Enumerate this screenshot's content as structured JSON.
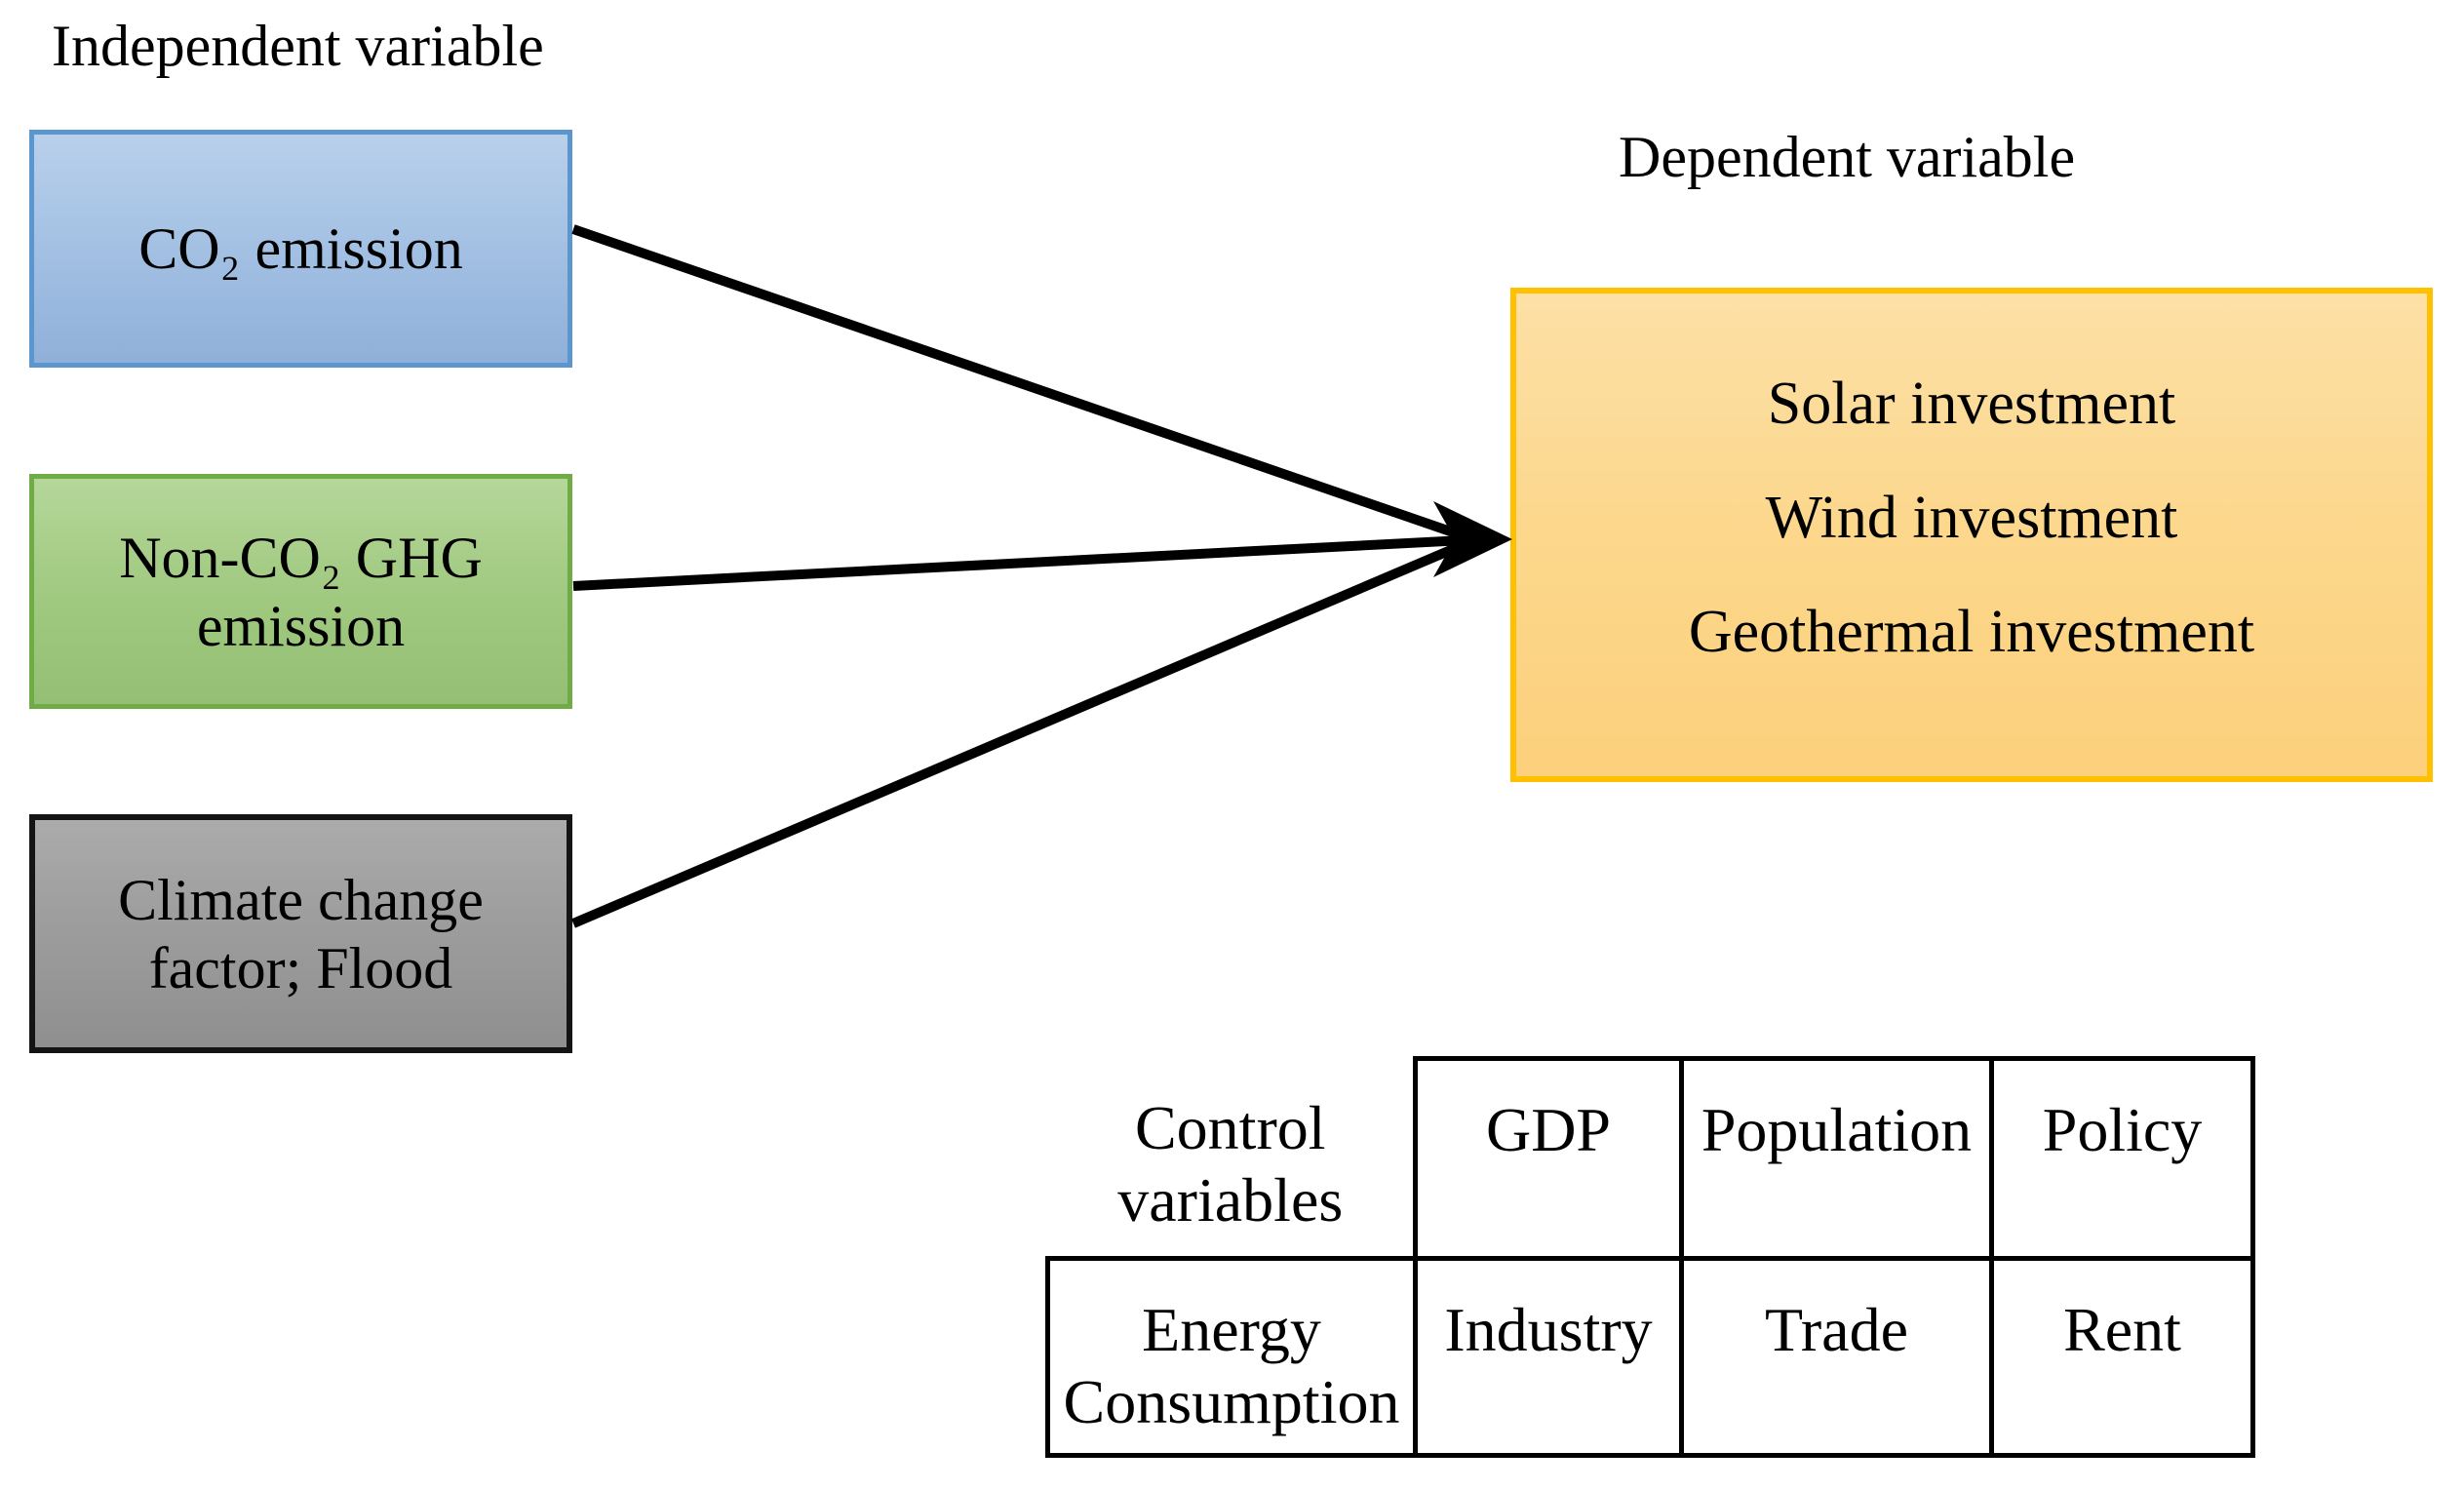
{
  "labels": {
    "independent": "Independent variable",
    "dependent": "Dependent variable"
  },
  "independent_boxes": {
    "co2": {
      "text": "CO₂ emission"
    },
    "non_co2": {
      "text": "Non-CO₂ GHG\nemission"
    },
    "climate": {
      "text": "Climate change\nfactor; Flood"
    }
  },
  "dependent_box": {
    "lines": [
      "Solar investment",
      "Wind investment",
      "Geothermal investment"
    ]
  },
  "table": {
    "rows": [
      [
        "Control\nvariables",
        "GDP",
        "Population",
        "Policy"
      ],
      [
        "Energy\nConsumption",
        "Industry",
        "Trade",
        "Rent"
      ]
    ]
  },
  "colors": {
    "co2_box_fill": "#a5c2e4",
    "co2_box_border": "#5c96ce",
    "non_co2_box_fill": "#a3cb83",
    "non_co2_box_border": "#6fac45",
    "climate_box_fill": "#9d9d9d",
    "climate_box_border": "#141414",
    "dependent_box_fill": "#fcd78c",
    "dependent_box_border": "#ffc000",
    "arrow": "#000000",
    "table_border": "#000000",
    "text": "#000000"
  }
}
